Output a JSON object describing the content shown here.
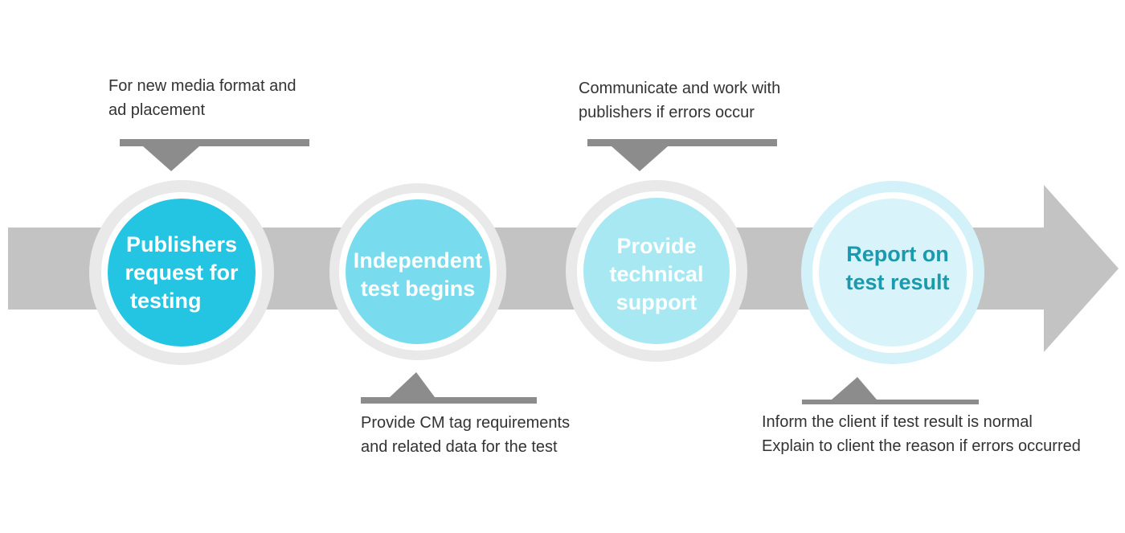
{
  "colors": {
    "arrow": "#c3c3c3",
    "callout": "#8c8c8c",
    "ring_outer": "#e9e9e9",
    "ring_outer_last": "#d3f1f8",
    "step1_fill": "#24c4e3",
    "step2_fill": "#79dcee",
    "step3_fill": "#a8e8f3",
    "step4_fill": "#d8f3f9",
    "text_light": "#ffffff",
    "text_dark": "#1a9aac",
    "note_text": "#333333"
  },
  "steps": [
    {
      "id": "publishers-request",
      "lines": [
        "Publishers",
        "request for",
        "testing"
      ]
    },
    {
      "id": "independent-test",
      "lines": [
        "Independent",
        "test begins"
      ]
    },
    {
      "id": "technical-support",
      "lines": [
        "Provide",
        "technical",
        "support"
      ]
    },
    {
      "id": "report-result",
      "lines": [
        "Report on",
        "test result"
      ]
    }
  ],
  "notes": [
    {
      "id": "note-new-format",
      "lines": [
        "For new media format and",
        "ad placement"
      ]
    },
    {
      "id": "note-communicate",
      "lines": [
        "Communicate and work with",
        "publishers if errors occur"
      ]
    },
    {
      "id": "note-cm-tag",
      "lines": [
        "Provide CM tag requirements",
        "and related data for the test"
      ]
    },
    {
      "id": "note-inform-client",
      "lines": [
        "Inform the client if test result is normal",
        "Explain to client the reason if errors occurred"
      ]
    }
  ]
}
